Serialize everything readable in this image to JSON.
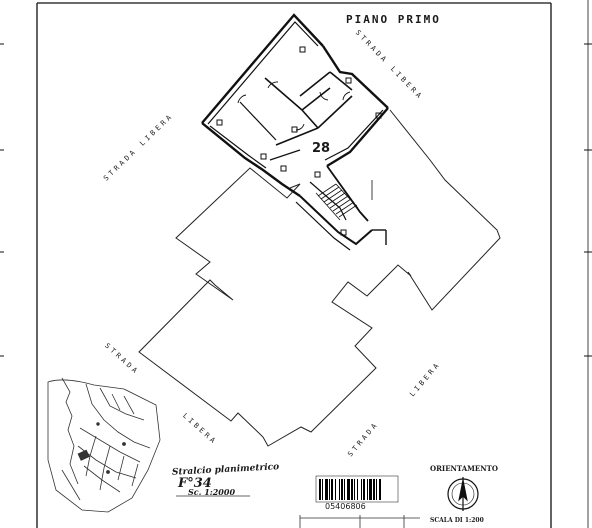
{
  "floor_title": "PIANO PRIMO",
  "unit_number": "28",
  "rooms": {
    "r1": "",
    "r2": "",
    "r3": "",
    "r4": "",
    "r5": ""
  },
  "surroundings": {
    "north_east": "STRADA LIBERA",
    "north_west": "STRADA LIBERA",
    "south_west": "STRADA",
    "south": "LIBERA",
    "south_east": "LIBERA",
    "bottom": "STRADA"
  },
  "site_plan_caption": "Stralcio planimetrico",
  "sheet_ref": "F°34",
  "site_scale": "Sc. 1:2000",
  "barcode_number": "05406806",
  "orientation_label": "ORIENTAMENTO",
  "plan_scale": "SCALA DI 1:200"
}
